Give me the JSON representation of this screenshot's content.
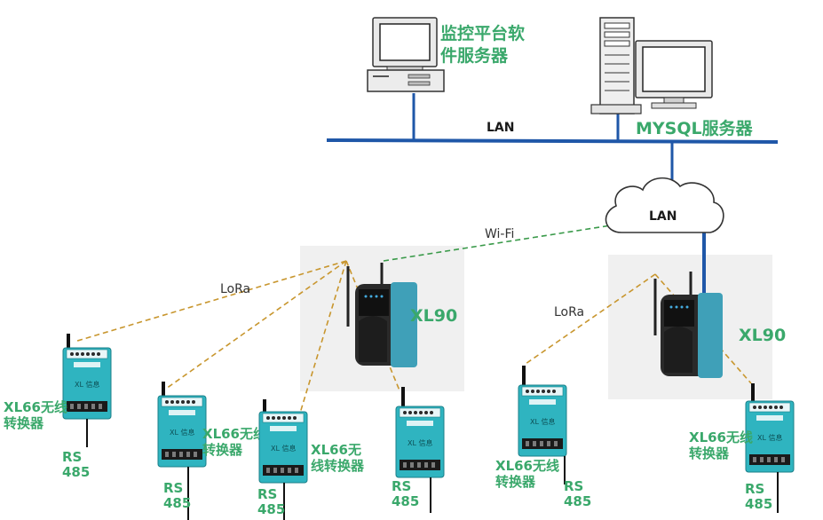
{
  "colors": {
    "network_line": "#1f57a8",
    "lora_link": "#c8962e",
    "wifi_link": "#3a9a4a",
    "label_green": "#3aa86b",
    "device_teal": "#2fb4c0",
    "gateway_dark": "#2a2a2a"
  },
  "icons": [
    "desktop-computer-icon",
    "server-tower-icon",
    "cloud-icon",
    "gateway-device-icon",
    "wireless-converter-icon",
    "antenna-icon"
  ],
  "labels": {
    "monitor_server_line1": "监控平台软",
    "monitor_server_line2": "件服务器",
    "mysql_server": "MYSQL服务器",
    "lan_bus": "LAN",
    "lan_cloud": "LAN",
    "wifi": "Wi-Fi",
    "lora_left": "LoRa",
    "lora_right": "LoRa",
    "gateway_left": "XL90",
    "gateway_right": "XL90"
  },
  "converters": [
    {
      "line1": "XL66无线",
      "line2": "转换器",
      "rs": "RS",
      "num": "485"
    },
    {
      "line1": "XL66无线",
      "line2": "转换器",
      "rs": "RS",
      "num": "485"
    },
    {
      "line1": "XL66无",
      "line2": "线转换器",
      "rs": "RS",
      "num": "485"
    },
    {
      "line1": "",
      "line2": "",
      "rs": "RS",
      "num": "485"
    },
    {
      "line1": "XL66无线",
      "line2": "转换器",
      "rs": "RS",
      "num": "485"
    },
    {
      "line1": "XL66无线",
      "line2": "转换器",
      "rs": "RS",
      "num": "485"
    }
  ],
  "device_text": "XL 信息"
}
